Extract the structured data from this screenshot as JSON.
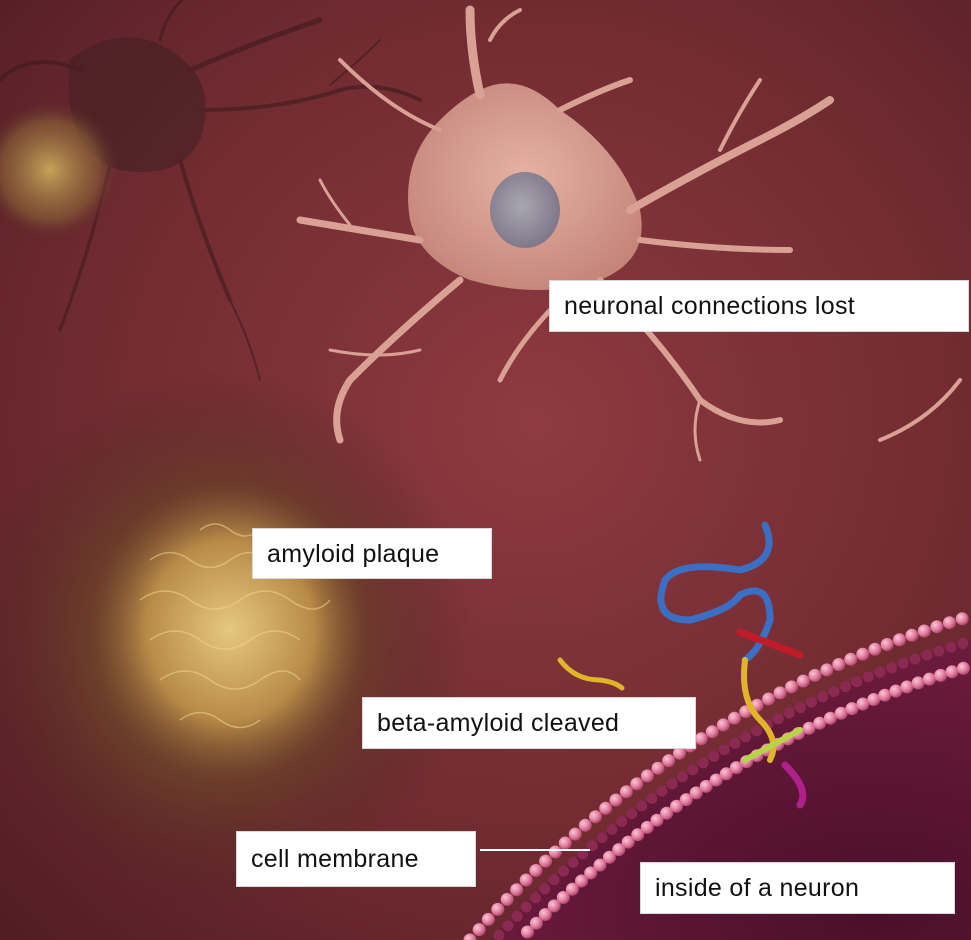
{
  "labels": {
    "neuronal_connections": "neuronal connections lost",
    "amyloid_plaque": "amyloid plaque",
    "beta_amyloid": "beta-amyloid cleaved",
    "cell_membrane": "cell membrane",
    "inside_neuron": "inside of a neuron"
  },
  "colors": {
    "background": "#7a3236",
    "neuron": "#d49a90",
    "plaque": "#b8904a",
    "membrane_beads": "#e28aa6",
    "neuron_interior": "#5a1432",
    "protein_blue": "#3b6fc4",
    "protein_red": "#c01c28",
    "protein_yellow": "#e0b52a",
    "protein_magenta": "#b0208a"
  }
}
